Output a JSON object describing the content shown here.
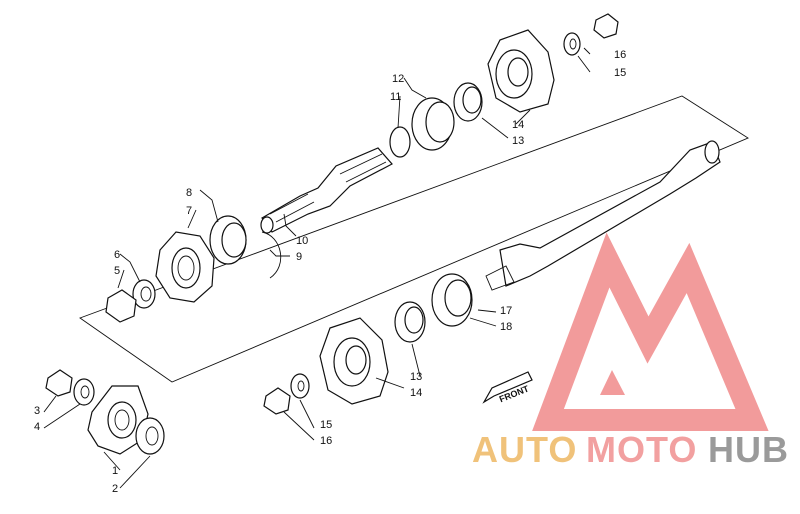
{
  "labels": {
    "l1": "1",
    "l2": "2",
    "l3": "3",
    "l4": "4",
    "l5": "5",
    "l6": "6",
    "l7": "7",
    "l8": "8",
    "l9": "9",
    "l10": "10",
    "l11": "11",
    "l12": "12",
    "l13a": "13",
    "l14a": "14",
    "l15a": "15",
    "l16a": "16",
    "l13b": "13",
    "l14b": "14",
    "l15b": "15",
    "l16b": "16",
    "l17": "17",
    "l18": "18"
  },
  "front": "FRONT",
  "watermark": {
    "auto": "AUTO",
    "moto": "MOTO",
    "hub": "HUB"
  },
  "colors": {
    "logo_red": "#f08a8a",
    "logo_auto": "#f0c27a",
    "logo_moto": "#f2a0a0",
    "logo_hub": "#9a9a9a"
  }
}
